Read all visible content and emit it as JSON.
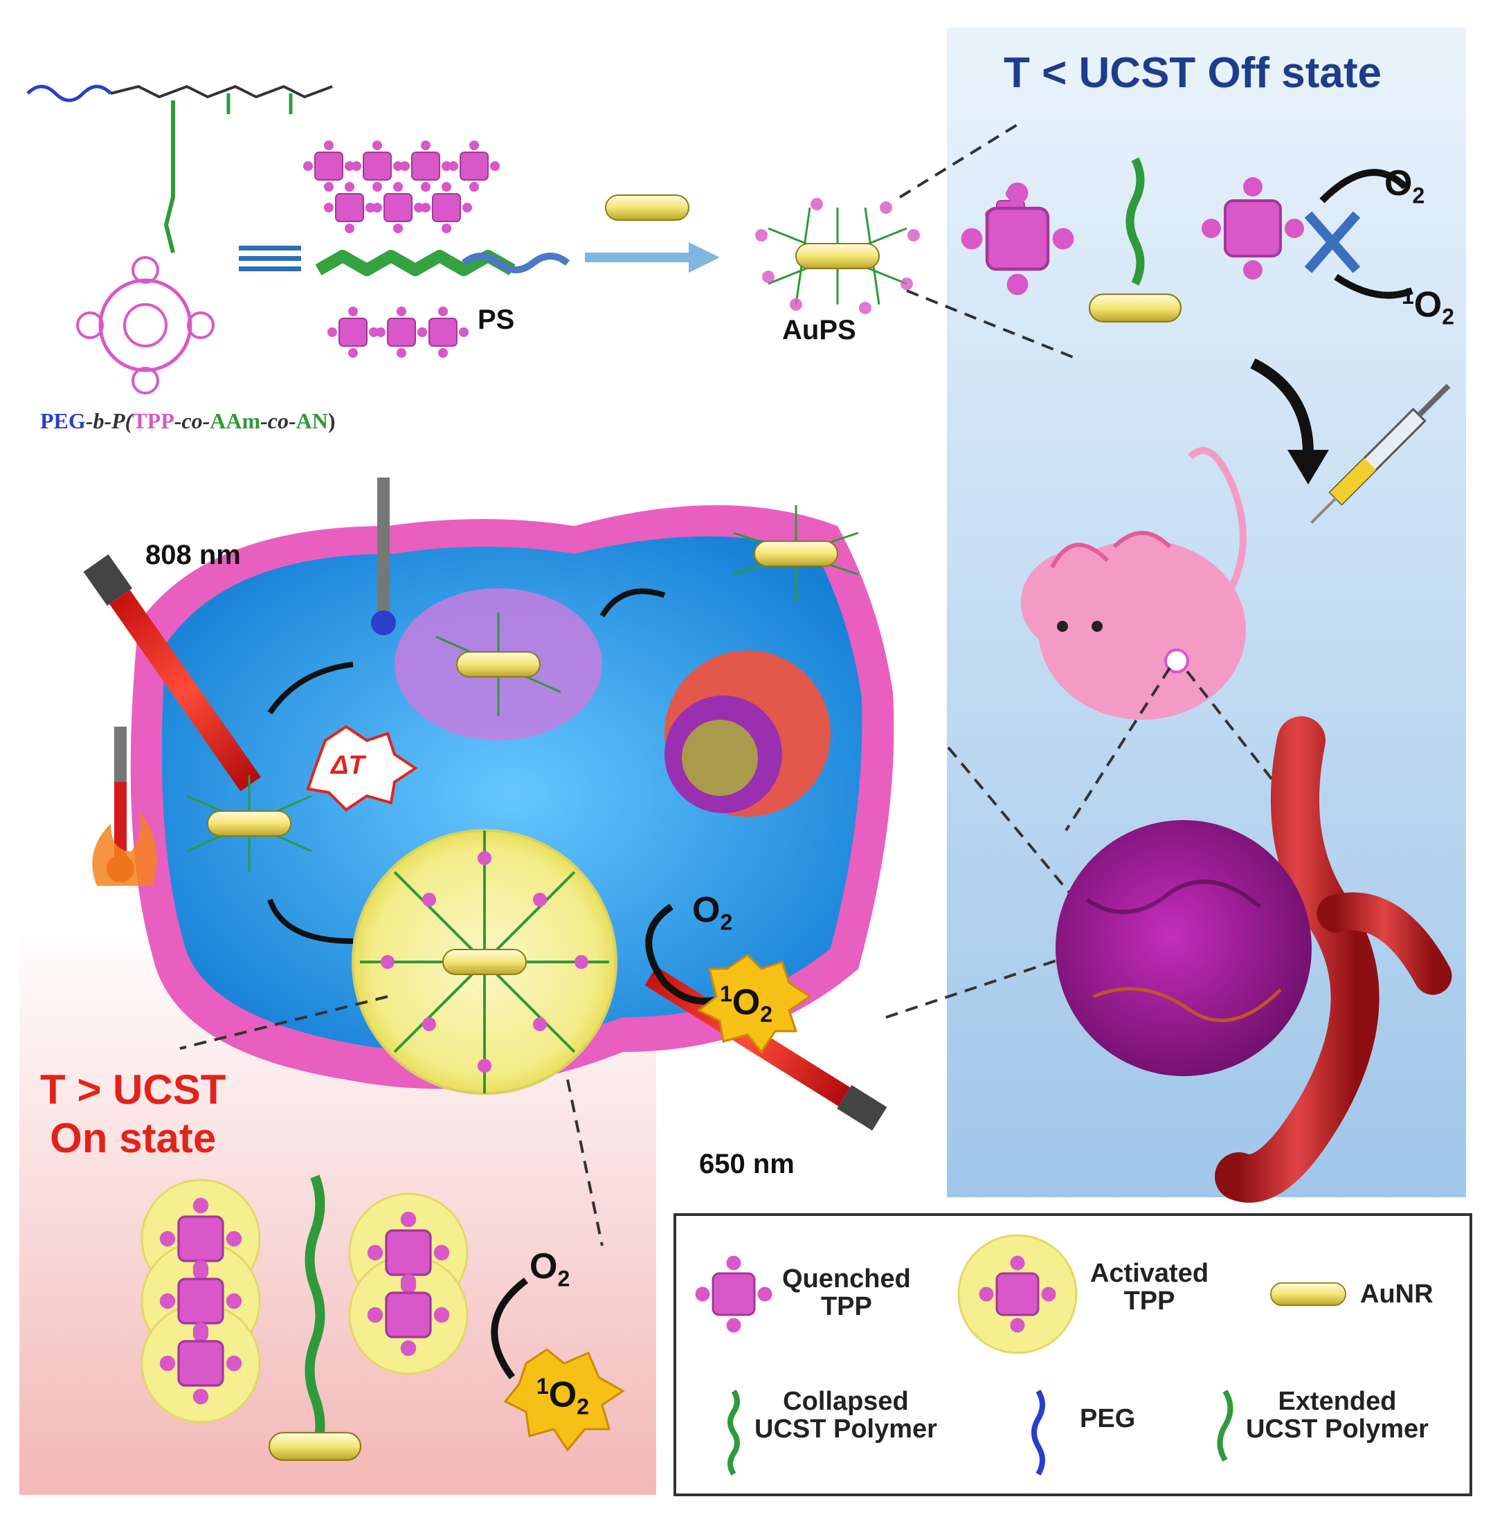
{
  "offState": {
    "title": "T < UCST  Off state"
  },
  "onState": {
    "line1": "T > UCST",
    "line2": "On state"
  },
  "labels": {
    "ps": "PS",
    "auPS": "AuPS",
    "laser808": "808 nm",
    "laser650": "650 nm",
    "deltaT": "ΔT"
  },
  "formula": {
    "peg": "PEG",
    "b": "-b-P(",
    "tpp": "TPP",
    "co1": "-co-",
    "aam": "AAm",
    "co2": "-co-",
    "an": "AN",
    "close": ")"
  },
  "chem": {
    "o": "O",
    "o2sub": "2",
    "singletSup": "1"
  },
  "legend": {
    "quenched": [
      "Quenched",
      "TPP"
    ],
    "activated": [
      "Activated",
      "TPP"
    ],
    "aunr": "AuNR",
    "collapsed": [
      "Collapsed",
      "UCST Polymer"
    ],
    "peg": "PEG",
    "extended": [
      "Extended",
      "UCST Polymer"
    ]
  },
  "colors": {
    "offBackground": "#cfe4f6",
    "onBackground": "#f7c9c9",
    "cellMembrane": "#e85fc0",
    "cellWater": "#2a9be8",
    "tpp": "#d957c8",
    "gold": "#f1e27a",
    "ucstPolymer": "#2e9a3a",
    "peg": "#2a3ec8",
    "offTitle": "#1f3c8c",
    "onTitle": "#e2231a"
  }
}
